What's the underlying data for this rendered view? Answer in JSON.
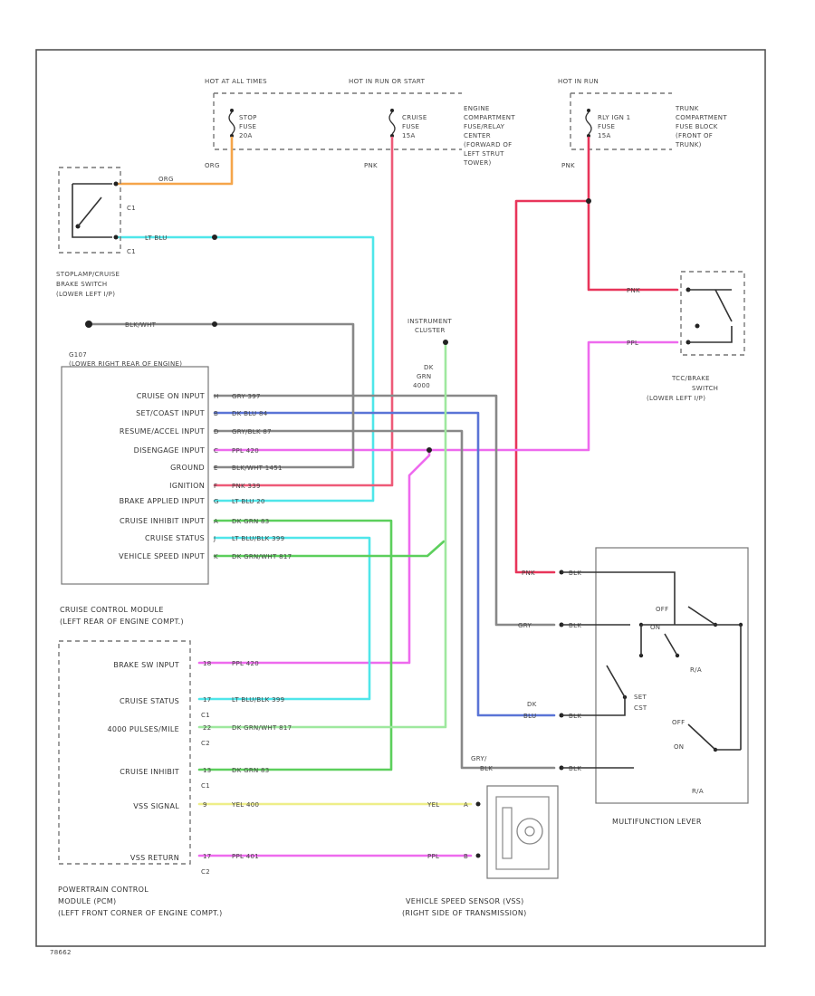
{
  "colors": {
    "orange": "#f5a54a",
    "cyan": "#4fe6ea",
    "pink": "#ee5a78",
    "red": "#e8355a",
    "magenta": "#ee6aee",
    "blue": "#5a74d6",
    "green": "#5ccf5c",
    "lightgreen": "#9ee89e",
    "gray": "#888888",
    "yellow": "#eeee88",
    "frame": "#555555"
  },
  "power": {
    "hot_at_all_times": "HOT AT ALL TIMES",
    "stop_fuse": [
      "STOP",
      "FUSE",
      "20A"
    ],
    "hot_in_run": "HOT IN RUN OR START",
    "cruise_fuse": [
      "CRUISE",
      "FUSE",
      "15A"
    ],
    "engine_fuse_block": [
      "ENGINE",
      "COMPARTMENT",
      "FUSE/RELAY",
      "CENTER",
      "(FORWARD OF",
      "LEFT STRUT",
      "TOWER)"
    ],
    "hot_at_run": "HOT IN RUN",
    "rly ign_fuse": [
      "RLY IGN 1",
      "FUSE",
      "15A"
    ],
    "trunk_fuse_block": [
      "TRUNK",
      "COMPARTMENT",
      "FUSE BLOCK",
      "(FRONT OF",
      "TRUNK)"
    ]
  },
  "wire_labels": {
    "org": "ORG",
    "lt_blu_1": "LT BLU",
    "pnk_1": "PNK",
    "pnk_2": "PNK",
    "pnk_3": "PNK",
    "ppl_1": "PPL",
    "blk_wht": "BLK/WHT",
    "instrument_cluster": [
      "INSTRUMENT",
      "CLUSTER"
    ],
    "dk_grn_4000": [
      "DK",
      "GRN",
      "4000"
    ]
  },
  "brake_switch": {
    "c1_top": "C1",
    "c1_bottom": "C1",
    "label": [
      "STOPLAMP/CRUISE",
      "BRAKE SWITCH",
      "(LOWER LEFT I/P)"
    ]
  },
  "tcc_switch": {
    "label": [
      "TCC/BRAKE",
      "SWITCH",
      "(LOWER LEFT I/P)"
    ]
  },
  "cruise_module": {
    "g107": "G107",
    "g107_note": "(LOWER RIGHT REAR OF ENGINE)",
    "inputs": [
      {
        "name": "CRUISE ON INPUT",
        "pin": "H",
        "wire": "GRY 397"
      },
      {
        "name": "SET/COAST INPUT",
        "pin": "B",
        "wire": "DK BLU 84"
      },
      {
        "name": "RESUME/ACCEL INPUT",
        "pin": "D",
        "wire": "GRY/BLK 87"
      },
      {
        "name": "DISENGAGE INPUT",
        "pin": "C",
        "wire": "PPL 420"
      },
      {
        "name": "GROUND",
        "pin": "E",
        "wire": "BLK/WHT 1451"
      },
      {
        "name": "IGNITION",
        "pin": "F",
        "wire": "PNK 339"
      },
      {
        "name": "BRAKE APPLIED INPUT",
        "pin": "G",
        "wire": "LT BLU 20"
      },
      {
        "name": "CRUISE INHIBIT INPUT",
        "pin": "A",
        "wire": "DK GRN 83"
      },
      {
        "name": "CRUISE STATUS",
        "pin": "J",
        "wire": "LT BLU/BLK 399"
      },
      {
        "name": "VEHICLE SPEED INPUT",
        "pin": "K",
        "wire": "DK GRN/WHT 817"
      }
    ],
    "label": [
      "CRUISE CONTROL MODULE",
      "(LEFT REAR OF ENGINE COMPT.)"
    ]
  },
  "pcm": {
    "rows": [
      {
        "name": "BRAKE SW INPUT",
        "pin": "18",
        "wire": "PPL 420",
        "conn": ""
      },
      {
        "name": "CRUISE STATUS",
        "pin": "17",
        "wire": "LT BLU/BLK 399",
        "conn": "C1"
      },
      {
        "name": "4000 PULSES/MILE",
        "pin": "22",
        "wire": "DK GRN/WHT 817",
        "conn": "C2"
      },
      {
        "name": "CRUISE INHIBIT",
        "pin": "13",
        "wire": "DK GRN 83",
        "conn": "C1"
      },
      {
        "name": "VSS SIGNAL",
        "pin": "9",
        "wire": "YEL 400",
        "conn": ""
      },
      {
        "name": "VSS RETURN",
        "pin": "17",
        "wire": "PPL 401",
        "conn": "C2"
      }
    ],
    "label": [
      "POWERTRAIN CONTROL",
      "MODULE (PCM)",
      "(LEFT FRONT CORNER OF ENGINE COMPT.)"
    ]
  },
  "vss": {
    "yel": "YEL",
    "ppl": "PPL",
    "pin_a": "A",
    "pin_b": "B",
    "label": [
      "VEHICLE SPEED SENSOR (VSS)",
      "(RIGHT SIDE OF TRANSMISSION)"
    ]
  },
  "multifunction": {
    "pnk_wire": "PNK",
    "gry_wire": "GRY",
    "dk_blu_wire": [
      "DK",
      "BLU"
    ],
    "gry_blk_wire": [
      "GRY/",
      "BLK"
    ],
    "pins": [
      "BLK",
      "BLK",
      "BLK",
      "BLK"
    ],
    "off": "OFF",
    "on": "ON",
    "ra": "R/A",
    "set_cst": [
      "SET",
      "CST"
    ],
    "off2": "OFF",
    "on2": "ON",
    "ra2": "R/A",
    "label": "MULTIFUNCTION LEVER"
  },
  "footer_id": "78662"
}
